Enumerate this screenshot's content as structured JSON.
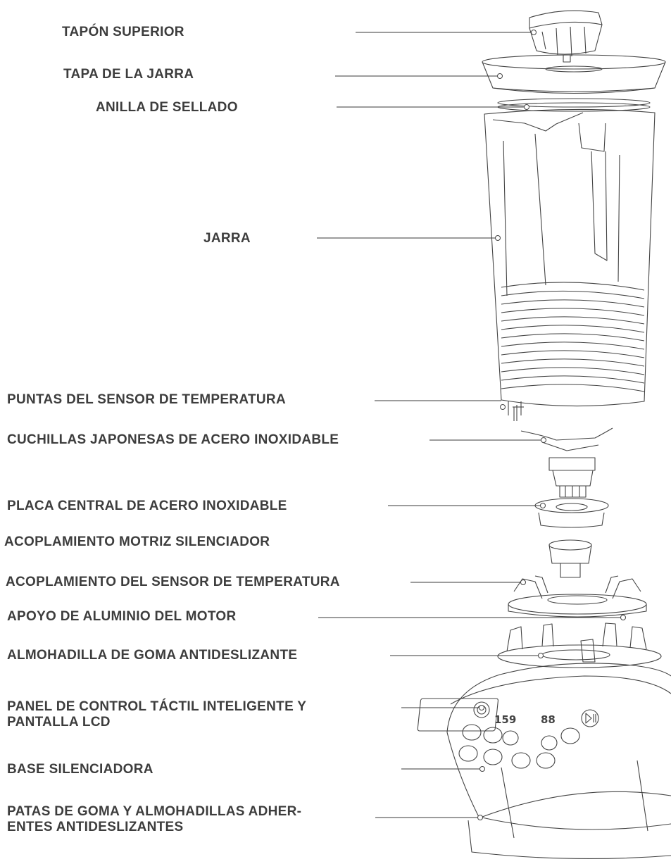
{
  "labels": {
    "tapon_superior": "TAPÓN SUPERIOR",
    "tapa_jarra": "TAPA DE LA JARRA",
    "anilla_sellado": "ANILLA DE SELLADO",
    "jarra": "JARRA",
    "puntas_sensor": "PUNTAS DEL SENSOR DE TEMPERATURA",
    "cuchillas": "CUCHILLAS JAPONESAS DE ACERO INOXIDABLE",
    "placa_central": "PLACA CENTRAL DE ACERO INOXIDABLE",
    "acoplamiento_motriz": "ACOPLAMIENTO MOTRIZ SILENCIADOR",
    "acoplamiento_sensor": "ACOPLAMIENTO DEL SENSOR DE TEMPERATURA",
    "apoyo_motor": "APOYO DE ALUMINIO DEL MOTOR",
    "almohadilla_goma": "ALMOHADILLA DE GOMA ANTIDESLIZANTE",
    "panel_line1": "PANEL DE CONTROL TÁCTIL INTELIGENTE Y",
    "panel_line2": "PANTALLA LCD",
    "base": "BASE SILENCIADORA",
    "patas_line1": "PATAS DE GOMA Y ALMOHADILLAS ADHER-",
    "patas_line2": "ENTES ANTIDESLIZANTES"
  },
  "lcd": {
    "time": "159",
    "readout": "88"
  }
}
